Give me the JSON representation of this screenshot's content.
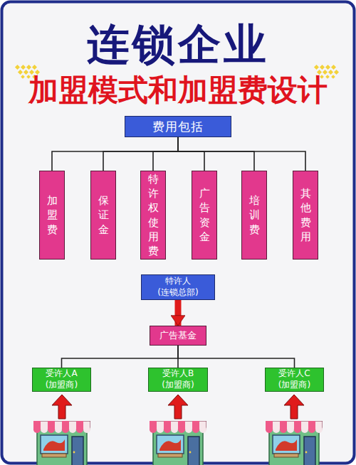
{
  "diagram": {
    "title": "连锁企业",
    "nodes": [
      {
        "text": [
          "费用包括"
        ]
      },
      {
        "text": [
          "加盟费"
        ]
      },
      {
        "text": [
          "保证金"
        ]
      },
      {
        "text": [
          "特许权使用费"
        ]
      },
      {
        "text": [
          "广告资金"
        ]
      },
      {
        "text": [
          "培训费"
        ]
      },
      {
        "text": [
          "其他费用"
        ]
      },
      {
        "text": [
          "特许人 (连锁总部)"
        ]
      },
      {
        "text": [
          "广告基金"
        ]
      },
      {
        "text": [
          "受许人A (加盟商)"
        ]
      },
      {
        "text": [
          "受许人B (加盟商)"
        ]
      },
      {
        "text": [
          "受许人C (加盟商)"
        ]
      }
    ],
    "edges": [
      {
        "from": 0,
        "to": 1,
        "arrow": "none"
      },
      {
        "from": 0,
        "to": 2,
        "arrow": "none"
      },
      {
        "from": 0,
        "to": 3,
        "arrow": "none"
      },
      {
        "from": 0,
        "to": 4,
        "arrow": "none"
      },
      {
        "from": 0,
        "to": 5,
        "arrow": "none"
      },
      {
        "from": 0,
        "to": 6,
        "arrow": "none"
      },
      {
        "from": 7,
        "to": 8,
        "arrow": "to"
      },
      {
        "from": 8,
        "to": 9,
        "arrow": "none"
      },
      {
        "from": 8,
        "to": 10,
        "arrow": "none"
      },
      {
        "from": 8,
        "to": 11,
        "arrow": "none"
      }
    ],
    "labels": [
      "加盟模式和加盟费设计"
    ]
  }
}
